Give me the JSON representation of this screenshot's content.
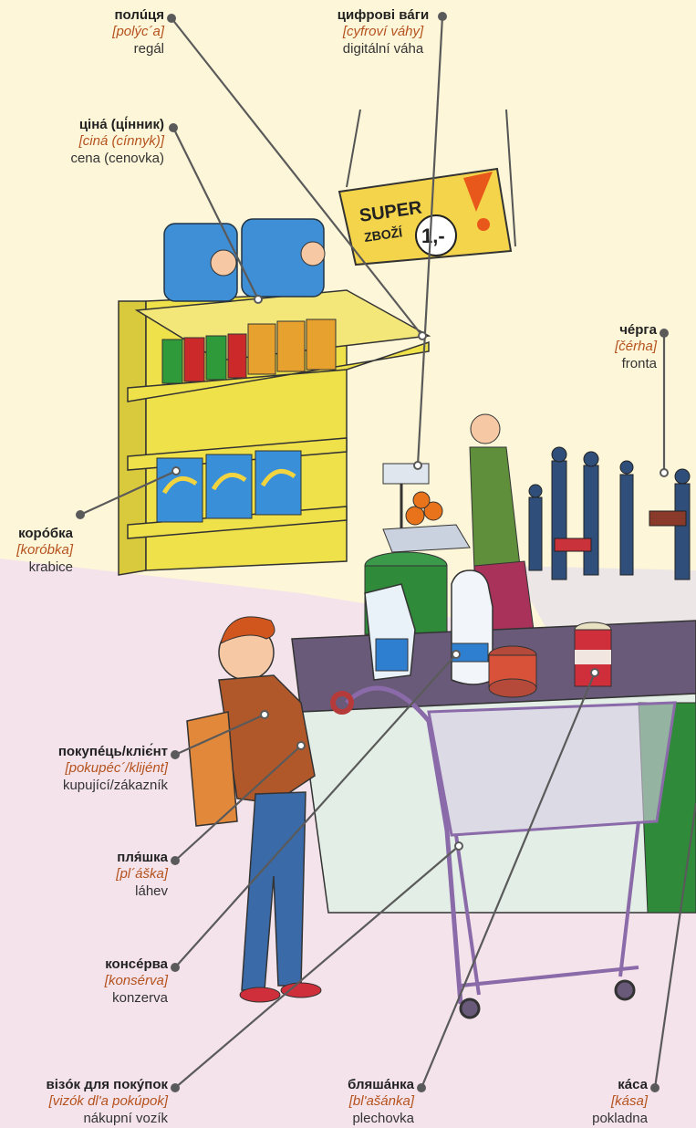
{
  "labels": {
    "shelf": {
      "word": "полúця",
      "translit": "[polýc´a]",
      "cz": "regál"
    },
    "scales": {
      "word": "цифрові вáги",
      "translit": "[cyfroví váhy]",
      "cz": "digitální váha"
    },
    "price": {
      "word": "ціна́ (ці́нник)",
      "translit": "[ciná (cínnyk)]",
      "cz": "cena (cenovka)"
    },
    "queue": {
      "word": "чéрга",
      "translit": "[čérha]",
      "cz": "fronta"
    },
    "box": {
      "word": "корóбка",
      "translit": "[koróbka]",
      "cz": "krabice"
    },
    "customer": {
      "word": "покупéць/кліє́нт",
      "translit": "[pokupéc´/klijént]",
      "cz": "kupující/zákazník"
    },
    "bottle": {
      "word": "пля́шка",
      "translit": "[pl´áška]",
      "cz": "láhev"
    },
    "can": {
      "word": "консéрва",
      "translit": "[konsérva]",
      "cz": "konzerva"
    },
    "cart": {
      "word": "візóк для покýпок",
      "translit": "[vizók dl'a pokúpok]",
      "cz": "nákupní vozík"
    },
    "tin": {
      "word": "бляшáнка",
      "translit": "[bl'ašánka]",
      "cz": "plechovka"
    },
    "till": {
      "word": "кáса",
      "translit": "[kása]",
      "cz": "pokladna"
    }
  },
  "sign": {
    "line1": "SUPER",
    "line2": "ZBOŽÍ",
    "price": "1,-"
  },
  "colors": {
    "background": "#fdf6d8",
    "floor": "#f4e3ea",
    "shelf": "#efe14a",
    "leader": "#5a5a5a",
    "translit": "#b5521e",
    "cart": "#8a6aa8"
  }
}
